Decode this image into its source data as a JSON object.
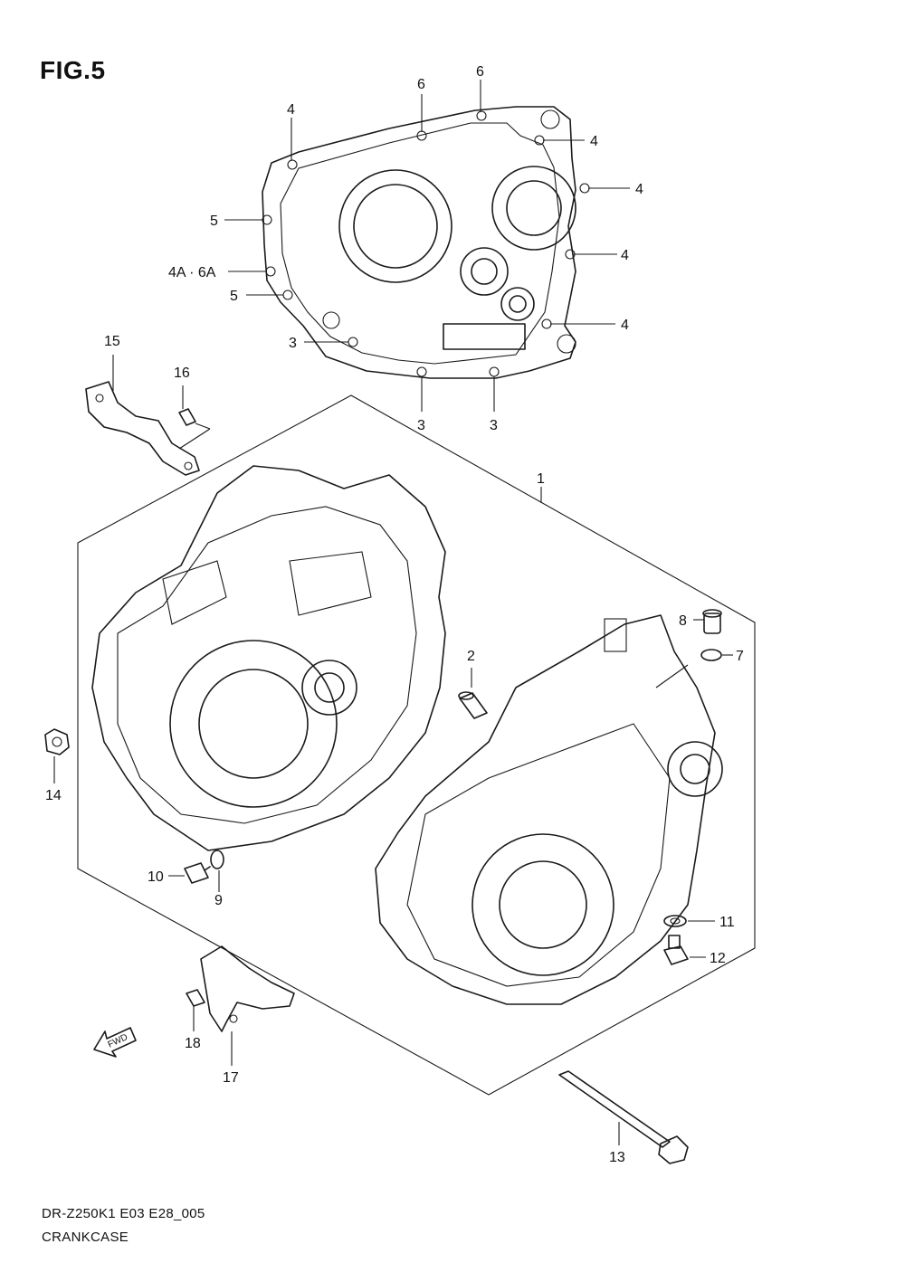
{
  "figure_title": "FIG.5",
  "model_code": "DR-Z250K1 E03 E28_005",
  "section_name": "CRANKCASE",
  "fwd_label": "FWD",
  "callouts": [
    {
      "id": "c6a",
      "text": "6"
    },
    {
      "id": "c6b",
      "text": "6"
    },
    {
      "id": "c4a",
      "text": "4"
    },
    {
      "id": "c4b",
      "text": "4"
    },
    {
      "id": "c4c",
      "text": "4"
    },
    {
      "id": "c4d",
      "text": "4"
    },
    {
      "id": "c4e",
      "text": "4"
    },
    {
      "id": "c5a",
      "text": "5"
    },
    {
      "id": "c5b",
      "text": "5"
    },
    {
      "id": "c4a6a",
      "text": "4A · 6A"
    },
    {
      "id": "c3a",
      "text": "3"
    },
    {
      "id": "c3b",
      "text": "3"
    },
    {
      "id": "c3c",
      "text": "3"
    },
    {
      "id": "c15",
      "text": "15"
    },
    {
      "id": "c16",
      "text": "16"
    },
    {
      "id": "c1",
      "text": "1"
    },
    {
      "id": "c8",
      "text": "8"
    },
    {
      "id": "c7",
      "text": "7"
    },
    {
      "id": "c2",
      "text": "2"
    },
    {
      "id": "c14",
      "text": "14"
    },
    {
      "id": "c10",
      "text": "10"
    },
    {
      "id": "c9",
      "text": "9"
    },
    {
      "id": "c11",
      "text": "11"
    },
    {
      "id": "c12",
      "text": "12"
    },
    {
      "id": "c18",
      "text": "18"
    },
    {
      "id": "c17",
      "text": "17"
    },
    {
      "id": "c13",
      "text": "13"
    }
  ]
}
